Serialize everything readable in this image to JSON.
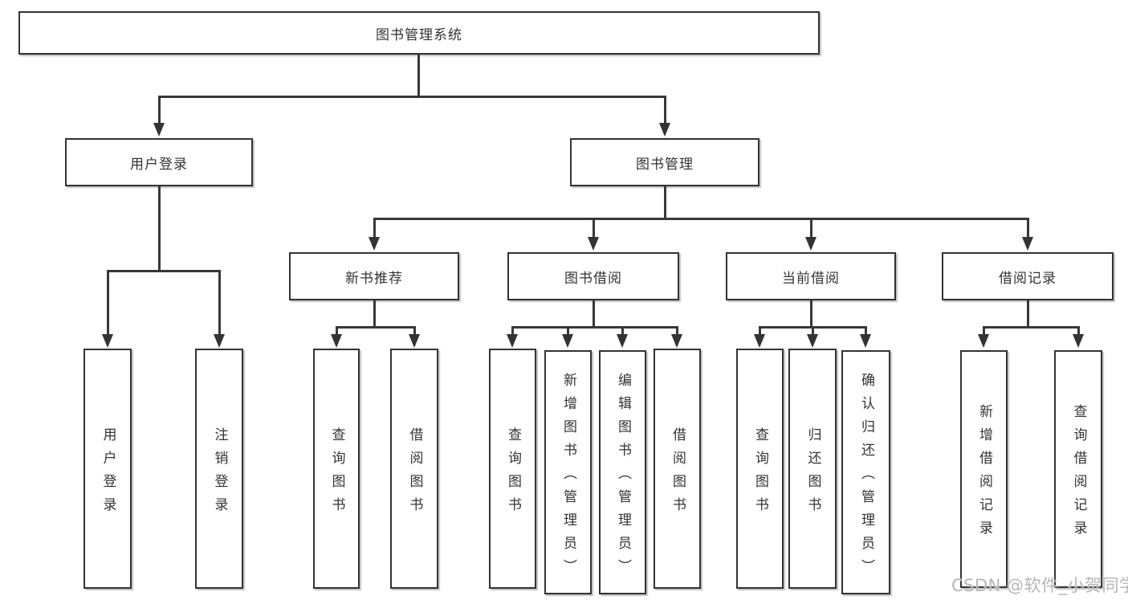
{
  "diagram": {
    "title": "图书管理系统",
    "root": "图书管理系统",
    "level2": [
      "用户登录",
      "图书管理"
    ],
    "level3": [
      "新书推荐",
      "图书借阅",
      "当前借阅",
      "借阅记录"
    ],
    "leaves": {
      "login": [
        "用户登录",
        "注销登录"
      ],
      "recommend": [
        "查询图书",
        "借阅图书"
      ],
      "borrow": [
        "查询图书",
        "新增图书（管理员）",
        "编辑图书（管理员）",
        "借阅图书"
      ],
      "current": [
        "查询图书",
        "归还图书",
        "确认归还（管理员）"
      ],
      "records": [
        "新增借阅记录",
        "查询借阅记录"
      ]
    }
  },
  "watermark": "CSDN @软件_小贺同学",
  "colors": {
    "line": "#383838",
    "border": "#333333",
    "text": "#333333",
    "background": "#ffffff",
    "watermark": "#b5b5b5"
  }
}
